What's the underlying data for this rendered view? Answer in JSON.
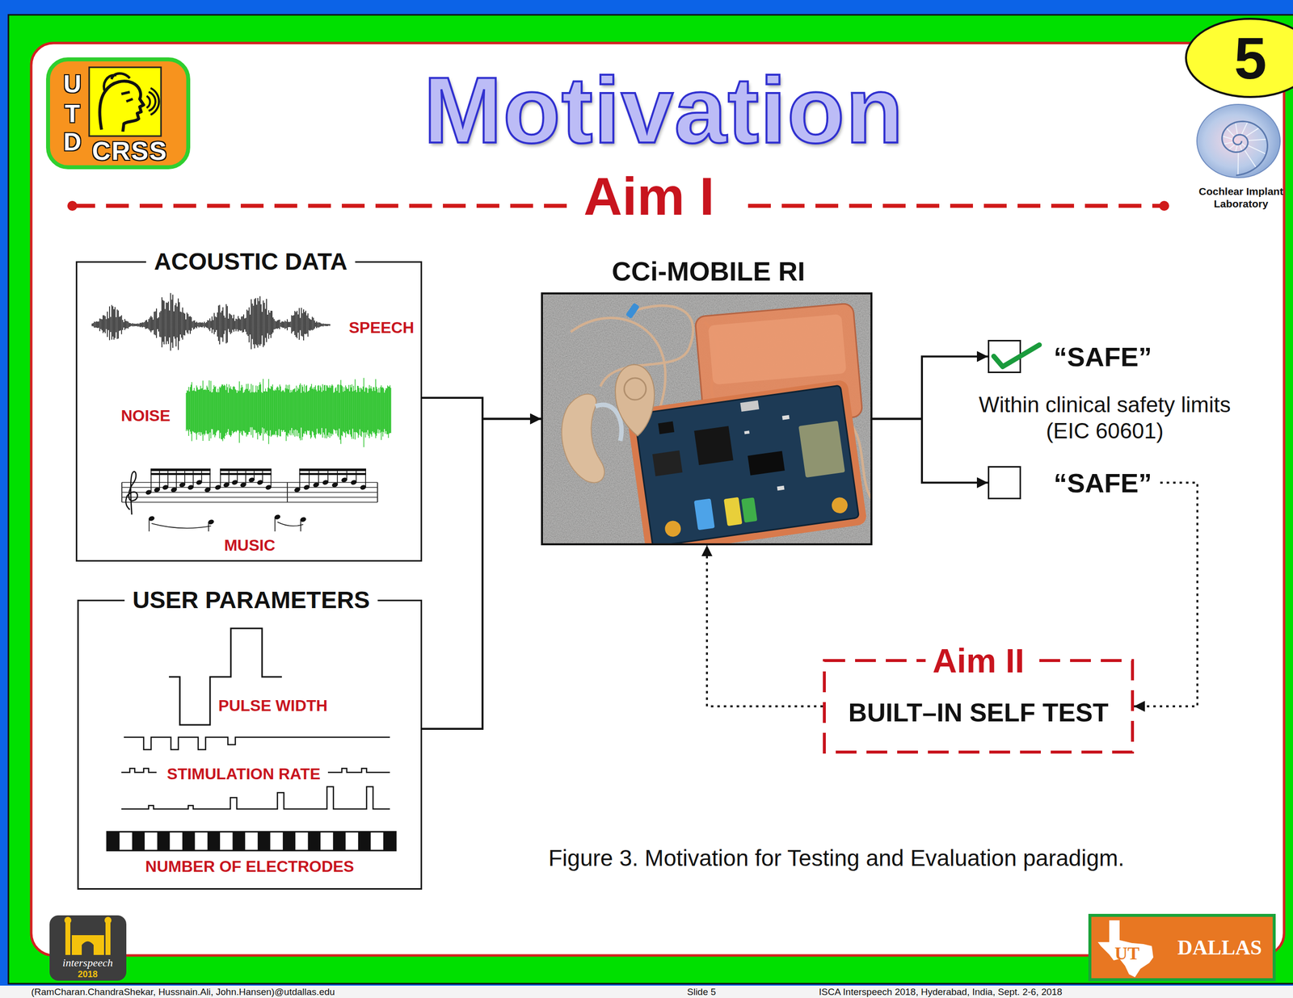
{
  "diagram": {
    "title": "Motivation",
    "caption": "Figure 3. Motivation for Testing and Evaluation paradigm.",
    "nodes": [
      {
        "text": [
          "5"
        ]
      },
      {
        "text": [
          "ACOUSTIC DATA",
          "SPEECH",
          "NOISE",
          "MUSIC"
        ]
      },
      {
        "text": [
          "USER PARAMETERS",
          "PULSE WIDTH",
          "STIMULATION RATE",
          "NUMBER OF ELECTRODES"
        ]
      },
      {
        "text": [
          "CCi-MOBILE RI"
        ]
      },
      {
        "text": [
          "“SAFE”",
          "Within clinical safety limits (EIC 60601)"
        ]
      },
      {
        "text": [
          "“SAFE”"
        ]
      },
      {
        "text": [
          "Aim II",
          "BUILT–IN SELF TEST"
        ]
      }
    ],
    "edges": [
      {
        "from": 1,
        "to": 3,
        "arrow": "to"
      },
      {
        "from": 2,
        "to": 3,
        "arrow": "to"
      },
      {
        "from": 3,
        "to": 4,
        "arrow": "to"
      },
      {
        "from": 3,
        "to": 5,
        "arrow": "to"
      },
      {
        "from": 5,
        "to": 6,
        "arrow": "to"
      },
      {
        "from": 6,
        "to": 3,
        "arrow": "to"
      }
    ],
    "labels": [
      "Aim I",
      "U",
      "T",
      "D",
      "CRSS",
      "Cochlear Implant Laboratory",
      "interspeech",
      "2018",
      "UT",
      "DALLAS",
      "(RamCharan.ChandraShekar, Hussnain.Ali, John.Hansen)@utdallas.edu",
      "Slide 5",
      "ISCA Interspeech 2018, Hyderabad, India, Sept. 2-6, 2018"
    ]
  }
}
